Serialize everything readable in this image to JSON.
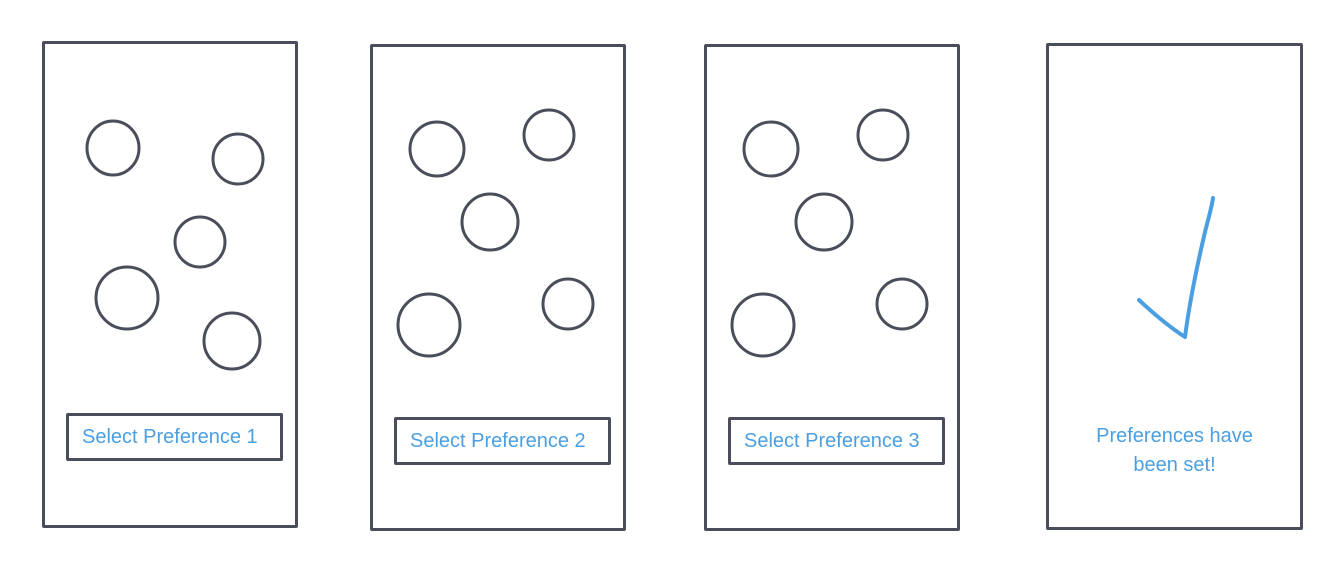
{
  "screens": [
    {
      "button_label": "Select Preference 1"
    },
    {
      "button_label": "Select Preference 2"
    },
    {
      "button_label": "Select Preference 3"
    }
  ],
  "confirmation": {
    "line1": "Preferences have",
    "line2": "been set!",
    "icon": "checkmark-icon"
  },
  "colors": {
    "outline": "#4a4e5a",
    "accent": "#4a9fe2"
  }
}
